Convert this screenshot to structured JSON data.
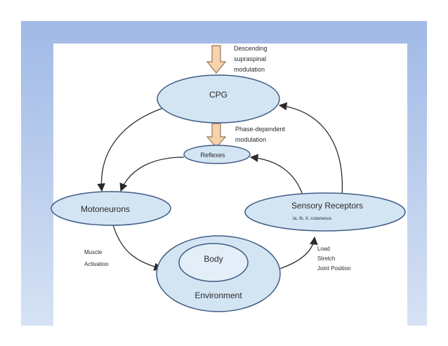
{
  "colors": {
    "frame_top": "#a0b9e6",
    "frame_bottom": "#d6e2f4",
    "node_fill": "#d3e4f3",
    "node_stroke": "#3f5d84",
    "inner_fill": "#e4eef8",
    "arrow": "#2b2b2b",
    "block_arrow_fill": "#f6d3ad",
    "block_arrow_stroke": "#9a7350"
  },
  "nodes": {
    "cpg": "CPG",
    "reflexes": "Reflexes",
    "motoneurons": "Motoneurons",
    "sensory": "Sensory Receptors",
    "sensory_sub": "Ia, Ib, II, cutaneous",
    "body": "Body",
    "environment": "Environment"
  },
  "labels": {
    "descending": [
      "Descending",
      "supraspinal",
      "modulation"
    ],
    "phase": [
      "Phase-dependent",
      "modulation"
    ],
    "muscle": [
      "Muscle",
      "Activation"
    ],
    "load": [
      "Load",
      "Stretch",
      "Joint Position"
    ]
  }
}
